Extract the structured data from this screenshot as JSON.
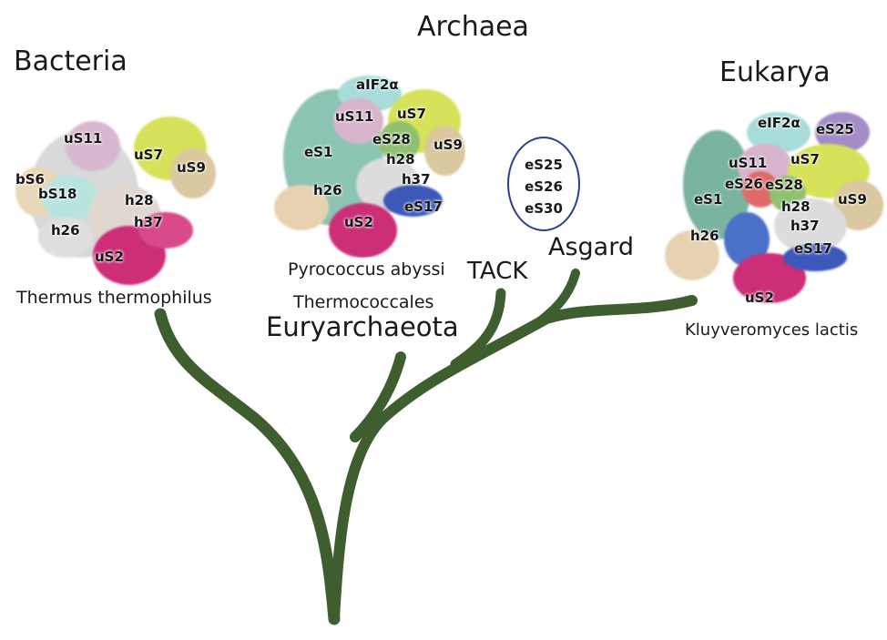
{
  "domains": {
    "bacteria": "Bacteria",
    "archaea": "Archaea",
    "eukarya": "Eukarya"
  },
  "species": {
    "bacteria": "Thermus thermophilus",
    "archaea": "Pyrococcus abyssi",
    "archaea_order": "Thermococcales",
    "eukarya": "Kluyveromyces lactis"
  },
  "clades": {
    "euryarchaeota": "Euryarchaeota",
    "tack": "TACK",
    "asgard": "Asgard"
  },
  "asgard_proteins": [
    "eS25",
    "eS26",
    "eS30"
  ],
  "bacteria_labels": {
    "us11": "uS11",
    "us7": "uS7",
    "us9": "uS9",
    "bs6": "bS6",
    "bs18": "bS18",
    "h28": "h28",
    "h26": "h26",
    "h37": "h37",
    "us2": "uS2"
  },
  "archaea_labels": {
    "aif2a": "aIF2α",
    "us11": "uS11",
    "us7": "uS7",
    "es1": "eS1",
    "es28": "eS28",
    "us9": "uS9",
    "h28": "h28",
    "h37": "h37",
    "h26": "h26",
    "es17": "eS17",
    "us2": "uS2"
  },
  "eukarya_labels": {
    "eif2a": "eIF2α",
    "es25": "eS25",
    "us11": "uS11",
    "us7": "uS7",
    "es26": "eS26",
    "es28": "eS28",
    "es1": "eS1",
    "us9": "uS9",
    "h28": "h28",
    "h37": "h37",
    "h26": "h26",
    "es17": "eS17",
    "us2": "uS2"
  },
  "colors": {
    "tree": "#3e5e2f",
    "oval": "#2b3f8f"
  }
}
